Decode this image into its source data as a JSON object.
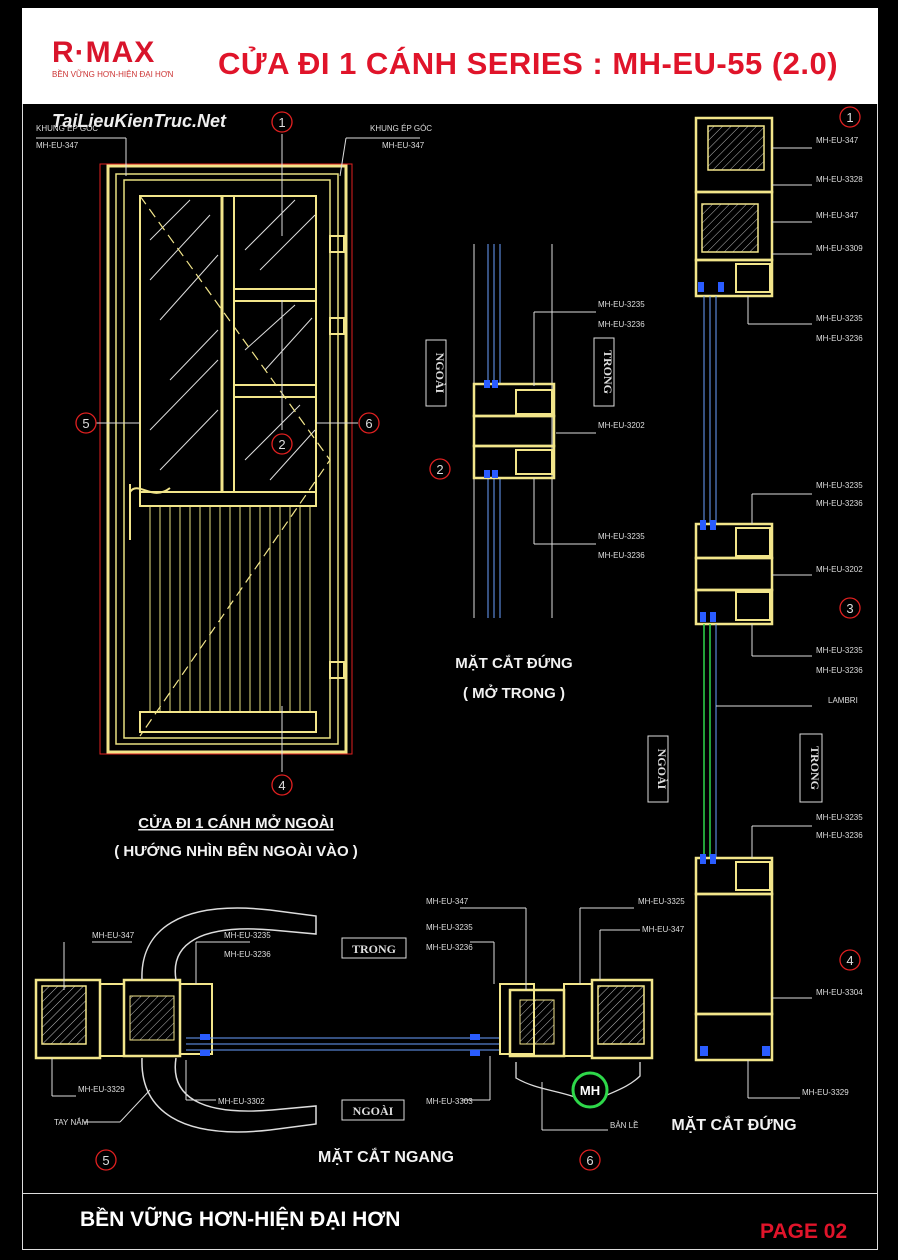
{
  "header": {
    "logo": "R·MAX",
    "logo_sub": "BỀN VỮNG HƠN-HIỆN ĐẠI HƠN",
    "title": "CỬA ĐI 1 CÁNH SERIES : MH-EU-55 (2.0)"
  },
  "watermark": "TaiLieuKienTruc.Net",
  "elevation": {
    "label_tl_1": "KHUNG ÉP GÓC",
    "label_tl_2": "MH-EU-347",
    "label_tr_1": "KHUNG ÉP GÓC",
    "label_tr_2": "MH-EU-347",
    "caption_1": "CỬA ĐI 1 CÁNH MỞ NGOÀI",
    "caption_2": "( HƯỚNG NHÌN BÊN NGOÀI VÀO )",
    "markers": [
      "1",
      "2",
      "4",
      "5",
      "6"
    ]
  },
  "section_mid": {
    "side_out": "NGOÀI",
    "side_in": "TRONG",
    "codes": [
      "MH-EU-3235",
      "MH-EU-3236",
      "MH-EU-3202",
      "MH-EU-3235",
      "MH-EU-3236"
    ],
    "caption_1": "MẶT CẮT ĐỨNG",
    "caption_2": "( MỞ TRONG )",
    "marker": "2"
  },
  "section_right": {
    "side_out": "NGOÀI",
    "side_in": "TRONG",
    "codes": [
      "MH-EU-347",
      "MH-EU-3328",
      "MH-EU-347",
      "MH-EU-3309",
      "MH-EU-3235",
      "MH-EU-3236",
      "MH-EU-3235",
      "MH-EU-3236",
      "MH-EU-3202",
      "MH-EU-3235",
      "MH-EU-3236",
      "LAMBRI",
      "MH-EU-3235",
      "MH-EU-3236",
      "MH-EU-3304",
      "MH-EU-3329"
    ],
    "caption": "MẶT CẮT ĐỨNG",
    "markers": [
      "1",
      "3",
      "4"
    ]
  },
  "section_bottom": {
    "side_in": "TRONG",
    "side_out": "NGOÀI",
    "codes_left": [
      "MH-EU-347",
      "MH-EU-3235",
      "MH-EU-3236",
      "MH-EU-3329",
      "TAY NẮM",
      "MH-EU-3302"
    ],
    "codes_right": [
      "MH-EU-347",
      "MH-EU-3235",
      "MH-EU-3236",
      "MH-EU-3303",
      "MH-EU-3325",
      "MH-EU-347",
      "BẢN LỀ"
    ],
    "badge": "MH",
    "caption": "MẶT CẮT NGANG",
    "markers": [
      "5",
      "6"
    ]
  },
  "footer": {
    "slogan": "BỀN VỮNG HƠN-HIỆN ĐẠI HƠN",
    "page": "PAGE  02"
  }
}
